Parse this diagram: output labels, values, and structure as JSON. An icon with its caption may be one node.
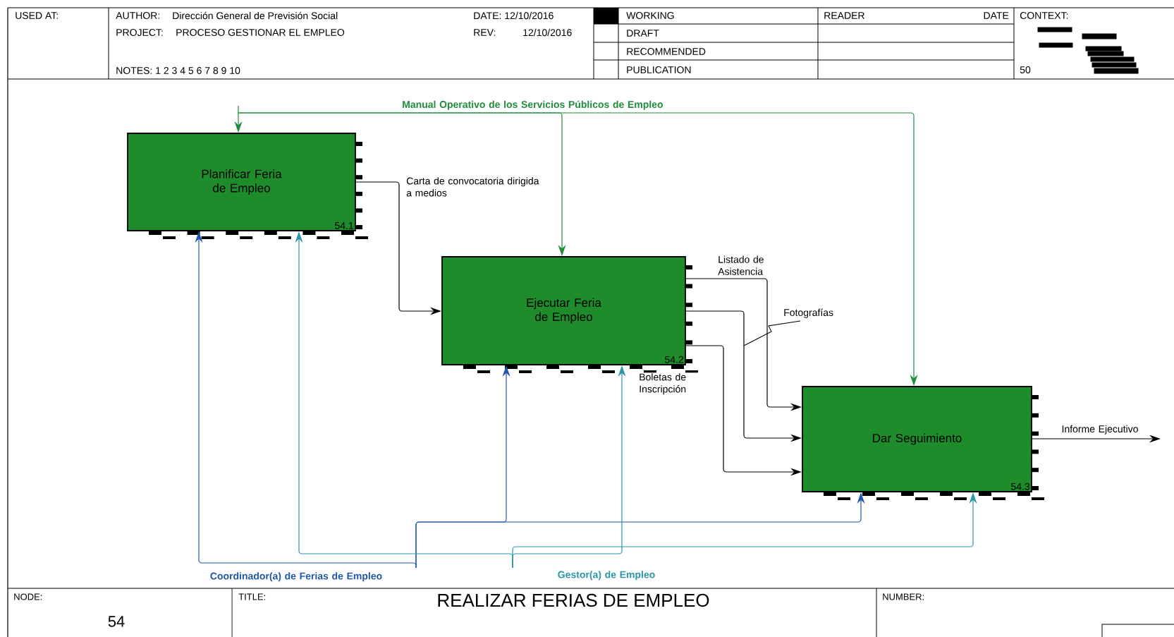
{
  "diagram": {
    "title": "REALIZAR FERIAS DE EMPLEO",
    "nodes": [
      {
        "text": [
          "Planificar Feria de Empleo",
          "54.1"
        ]
      },
      {
        "text": [
          "Ejecutar Feria de Empleo",
          "54.2"
        ]
      },
      {
        "text": [
          "Dar Seguimiento",
          "54.3"
        ]
      }
    ],
    "edges": [
      {
        "from": null,
        "to": 0,
        "arrow": "to",
        "color": "#1e8c3a"
      },
      {
        "from": null,
        "to": 1,
        "arrow": "to",
        "label": "Manual Operativo de los Servicios Públicos de Empleo",
        "color": "#1e8c3a"
      },
      {
        "from": null,
        "to": 2,
        "arrow": "to",
        "color": "#1e8c3a"
      },
      {
        "from": 0,
        "to": 1,
        "arrow": "to",
        "label": "Carta de convocatoria dirigida a medios"
      },
      {
        "from": 1,
        "to": 2,
        "arrow": "to",
        "label": "Listado de Asistencia"
      },
      {
        "from": 1,
        "to": 2,
        "arrow": "to",
        "label": "Fotografías"
      },
      {
        "from": 1,
        "to": 2,
        "arrow": "to",
        "label": "Boletas de Inscripción"
      },
      {
        "from": 2,
        "to": null,
        "arrow": "to",
        "label": "Informe Ejecutivo"
      },
      {
        "from": null,
        "to": 0,
        "arrow": "to",
        "label": "Coordinador(a) de Ferias de Empleo",
        "color": "#1f57a8"
      },
      {
        "from": null,
        "to": 1,
        "arrow": "to",
        "color": "#1f57a8"
      },
      {
        "from": null,
        "to": 2,
        "arrow": "to",
        "color": "#1f57a8"
      },
      {
        "from": null,
        "to": 0,
        "arrow": "to",
        "label": "Gestor(a) de Empleo",
        "color": "#2a96a6"
      },
      {
        "from": null,
        "to": 1,
        "arrow": "to",
        "color": "#2a96a6"
      },
      {
        "from": null,
        "to": 2,
        "arrow": "to",
        "color": "#2a96a6"
      }
    ],
    "labels": [
      "USED AT:",
      "AUTHOR:",
      "Dirección General de Previsión Social",
      "DATE: 12/10/2016",
      "PROJECT:",
      "PROCESO GESTIONAR EL EMPLEO",
      "REV:",
      "12/10/2016",
      "NOTES: 1 2 3 4 5 6 7 8 9 10",
      "WORKING",
      "READER",
      "DATE",
      "CONTEXT:",
      "DRAFT",
      "RECOMMENDED",
      "PUBLICATION",
      "50",
      "NODE:",
      "TITLE:",
      "NUMBER:",
      "54"
    ]
  }
}
